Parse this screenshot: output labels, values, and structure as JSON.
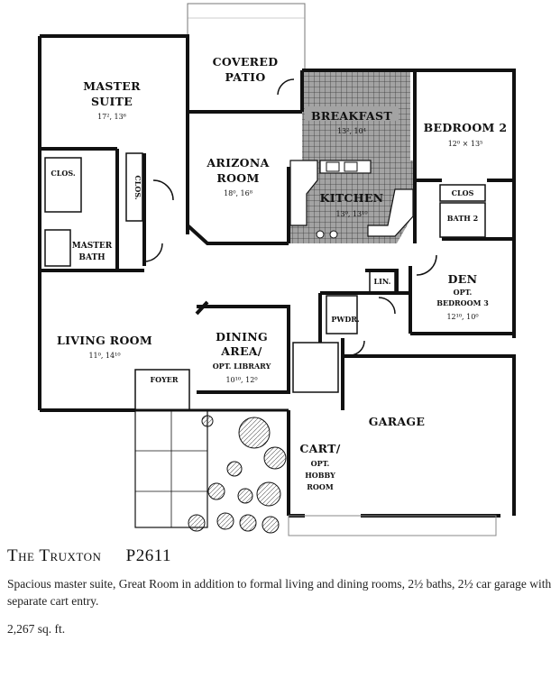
{
  "plan": {
    "rooms": {
      "covered_patio": [
        "COVERED",
        "PATIO"
      ],
      "master_suite": [
        "MASTER",
        "SUITE"
      ],
      "master_suite_dim": "17², 13⁶",
      "breakfast": "BREAKFAST",
      "breakfast_dim": "13², 10⁴",
      "bedroom2": "BEDROOM 2",
      "bedroom2_dim": "12⁰ × 13⁵",
      "arizona_room": [
        "ARIZONA",
        "ROOM"
      ],
      "arizona_room_dim": "18⁰, 16⁸",
      "clos_left": "CLOS.",
      "clos_vert": "CLOS.",
      "clos_right": "CLOS",
      "kitchen": "KITCHEN",
      "kitchen_dim": "13⁰, 13¹⁰",
      "bath2": "BATH 2",
      "master_bath": [
        "MASTER",
        "BATH"
      ],
      "lin": "LIN.",
      "den": [
        "DEN",
        "OPT.",
        "BEDROOM 3"
      ],
      "den_dim": "12¹⁰, 10⁰",
      "pwdr": "PWDR.",
      "living_room": "LIVING ROOM",
      "living_room_dim": "11⁰, 14¹⁰",
      "dining": [
        "DINING",
        "AREA/",
        "OPT. LIBRARY"
      ],
      "dining_dim": "10¹⁰, 12⁰",
      "foyer": "FOYER",
      "garage": "GARAGE",
      "cart": [
        "CART/",
        "OPT.",
        "HOBBY",
        "ROOM"
      ]
    }
  },
  "caption": {
    "name": "The Truxton",
    "code": "P2611",
    "description": "Spacious master suite, Great Room in addition to formal living and dining rooms, 2½ baths, 2½ car garage with separate cart entry.",
    "sqft": "2,267 sq. ft."
  },
  "colors": {
    "ink": "#111111",
    "tile_fill": "#9a9a9a",
    "bg": "#ffffff"
  }
}
